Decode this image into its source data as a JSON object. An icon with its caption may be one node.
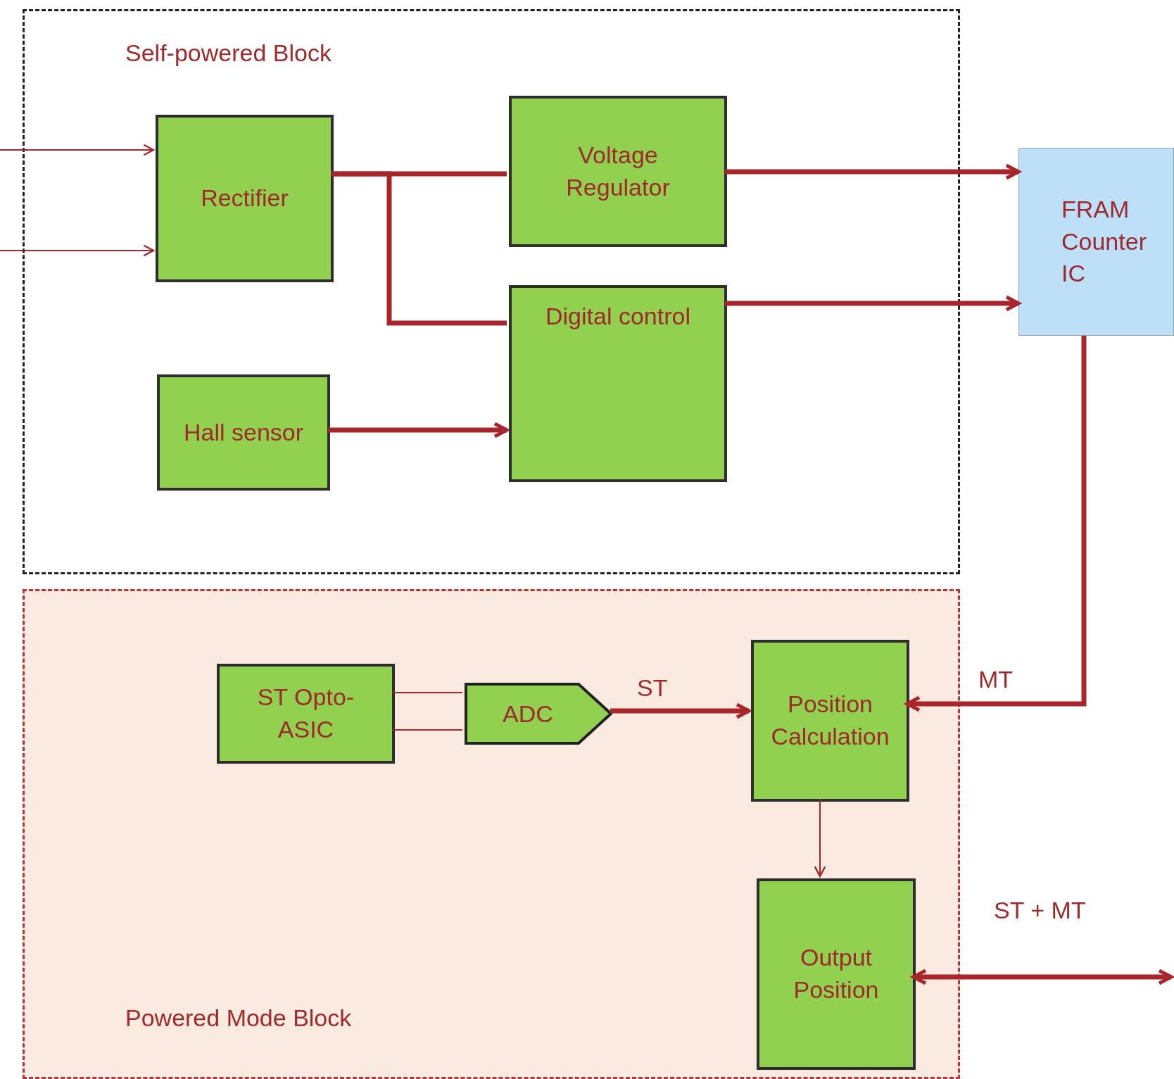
{
  "diagram": {
    "nodes": [
      {
        "text": [
          "Self-powered Block"
        ]
      },
      {
        "text": [
          "Rectifier"
        ],
        "in": 0
      },
      {
        "text": [
          "Voltage Regulator"
        ],
        "in": 0
      },
      {
        "text": [
          "Digital control"
        ],
        "in": 0
      },
      {
        "text": [
          "Hall sensor"
        ],
        "in": 0
      },
      {
        "text": [
          "FRAM Counter IC"
        ]
      },
      {
        "text": [
          "Powered Mode Block"
        ]
      },
      {
        "text": [
          "ST Opto-ASIC"
        ],
        "in": 6
      },
      {
        "text": [
          "ADC"
        ],
        "in": 6
      },
      {
        "text": [
          "Position Calculation"
        ],
        "in": 6
      },
      {
        "text": [
          "Output Position"
        ],
        "in": 6
      }
    ],
    "edges": [
      {
        "from": null,
        "to": 1,
        "arrow": "to"
      },
      {
        "from": null,
        "to": 1,
        "arrow": "to"
      },
      {
        "from": 1,
        "to": 2,
        "arrow": "none"
      },
      {
        "from": 1,
        "to": 3,
        "arrow": "none"
      },
      {
        "from": 2,
        "to": 5,
        "arrow": "to"
      },
      {
        "from": 3,
        "to": 5,
        "arrow": "to"
      },
      {
        "from": 4,
        "to": 3,
        "arrow": "to"
      },
      {
        "from": 7,
        "to": 8,
        "arrow": "none"
      },
      {
        "from": 7,
        "to": 8,
        "arrow": "none"
      },
      {
        "from": 8,
        "to": 9,
        "arrow": "to",
        "label": "ST"
      },
      {
        "from": 5,
        "to": 9,
        "arrow": "to",
        "label": "MT"
      },
      {
        "from": 9,
        "to": 10,
        "arrow": "to"
      },
      {
        "from": 10,
        "to": null,
        "arrow": "both",
        "label": "ST + MT"
      }
    ]
  }
}
